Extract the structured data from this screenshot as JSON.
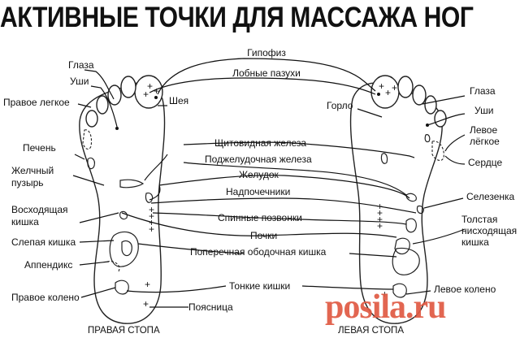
{
  "title": "АКТИВНЫЕ ТОЧКИ ДЛЯ МАССАЖА НОГ",
  "labels": {
    "hypophysis": "Гипофиз",
    "frontal_sinuses": "Лобные пазухи",
    "eyes_right": "Глаза",
    "ears_right": "Уши",
    "right_lung": "Правое легкое",
    "neck": "Шея",
    "throat": "Горло",
    "eyes_left": "Глаза",
    "ears_left": "Уши",
    "left_lung": "Левое\nлёгкое",
    "heart": "Сердце",
    "liver": "Печень",
    "thyroid": "Щитовидная железа",
    "pancreas": "Поджелудочная железа",
    "gallbladder": "Желчный\nпузырь",
    "stomach": "Желудок",
    "adrenals": "Надпочечники",
    "spleen": "Селезенка",
    "ascending_colon": "Восходящая\nкишка",
    "spine": "Спинные позвонки",
    "descending_colon": "Толстая\nнисходящая\nкишка",
    "kidneys": "Почки",
    "cecum": "Слепая кишка",
    "transverse_colon": "Поперечная ободочная кишка",
    "appendix": "Аппендикс",
    "small_intestine": "Тонкие кишки",
    "right_knee": "Правое колено",
    "left_knee": "Левое колено",
    "lumbar": "Поясница",
    "right_foot": "ПРАВАЯ СТОПА",
    "left_foot": "ЛЕВАЯ СТОПА"
  },
  "watermark": "posila.ru"
}
